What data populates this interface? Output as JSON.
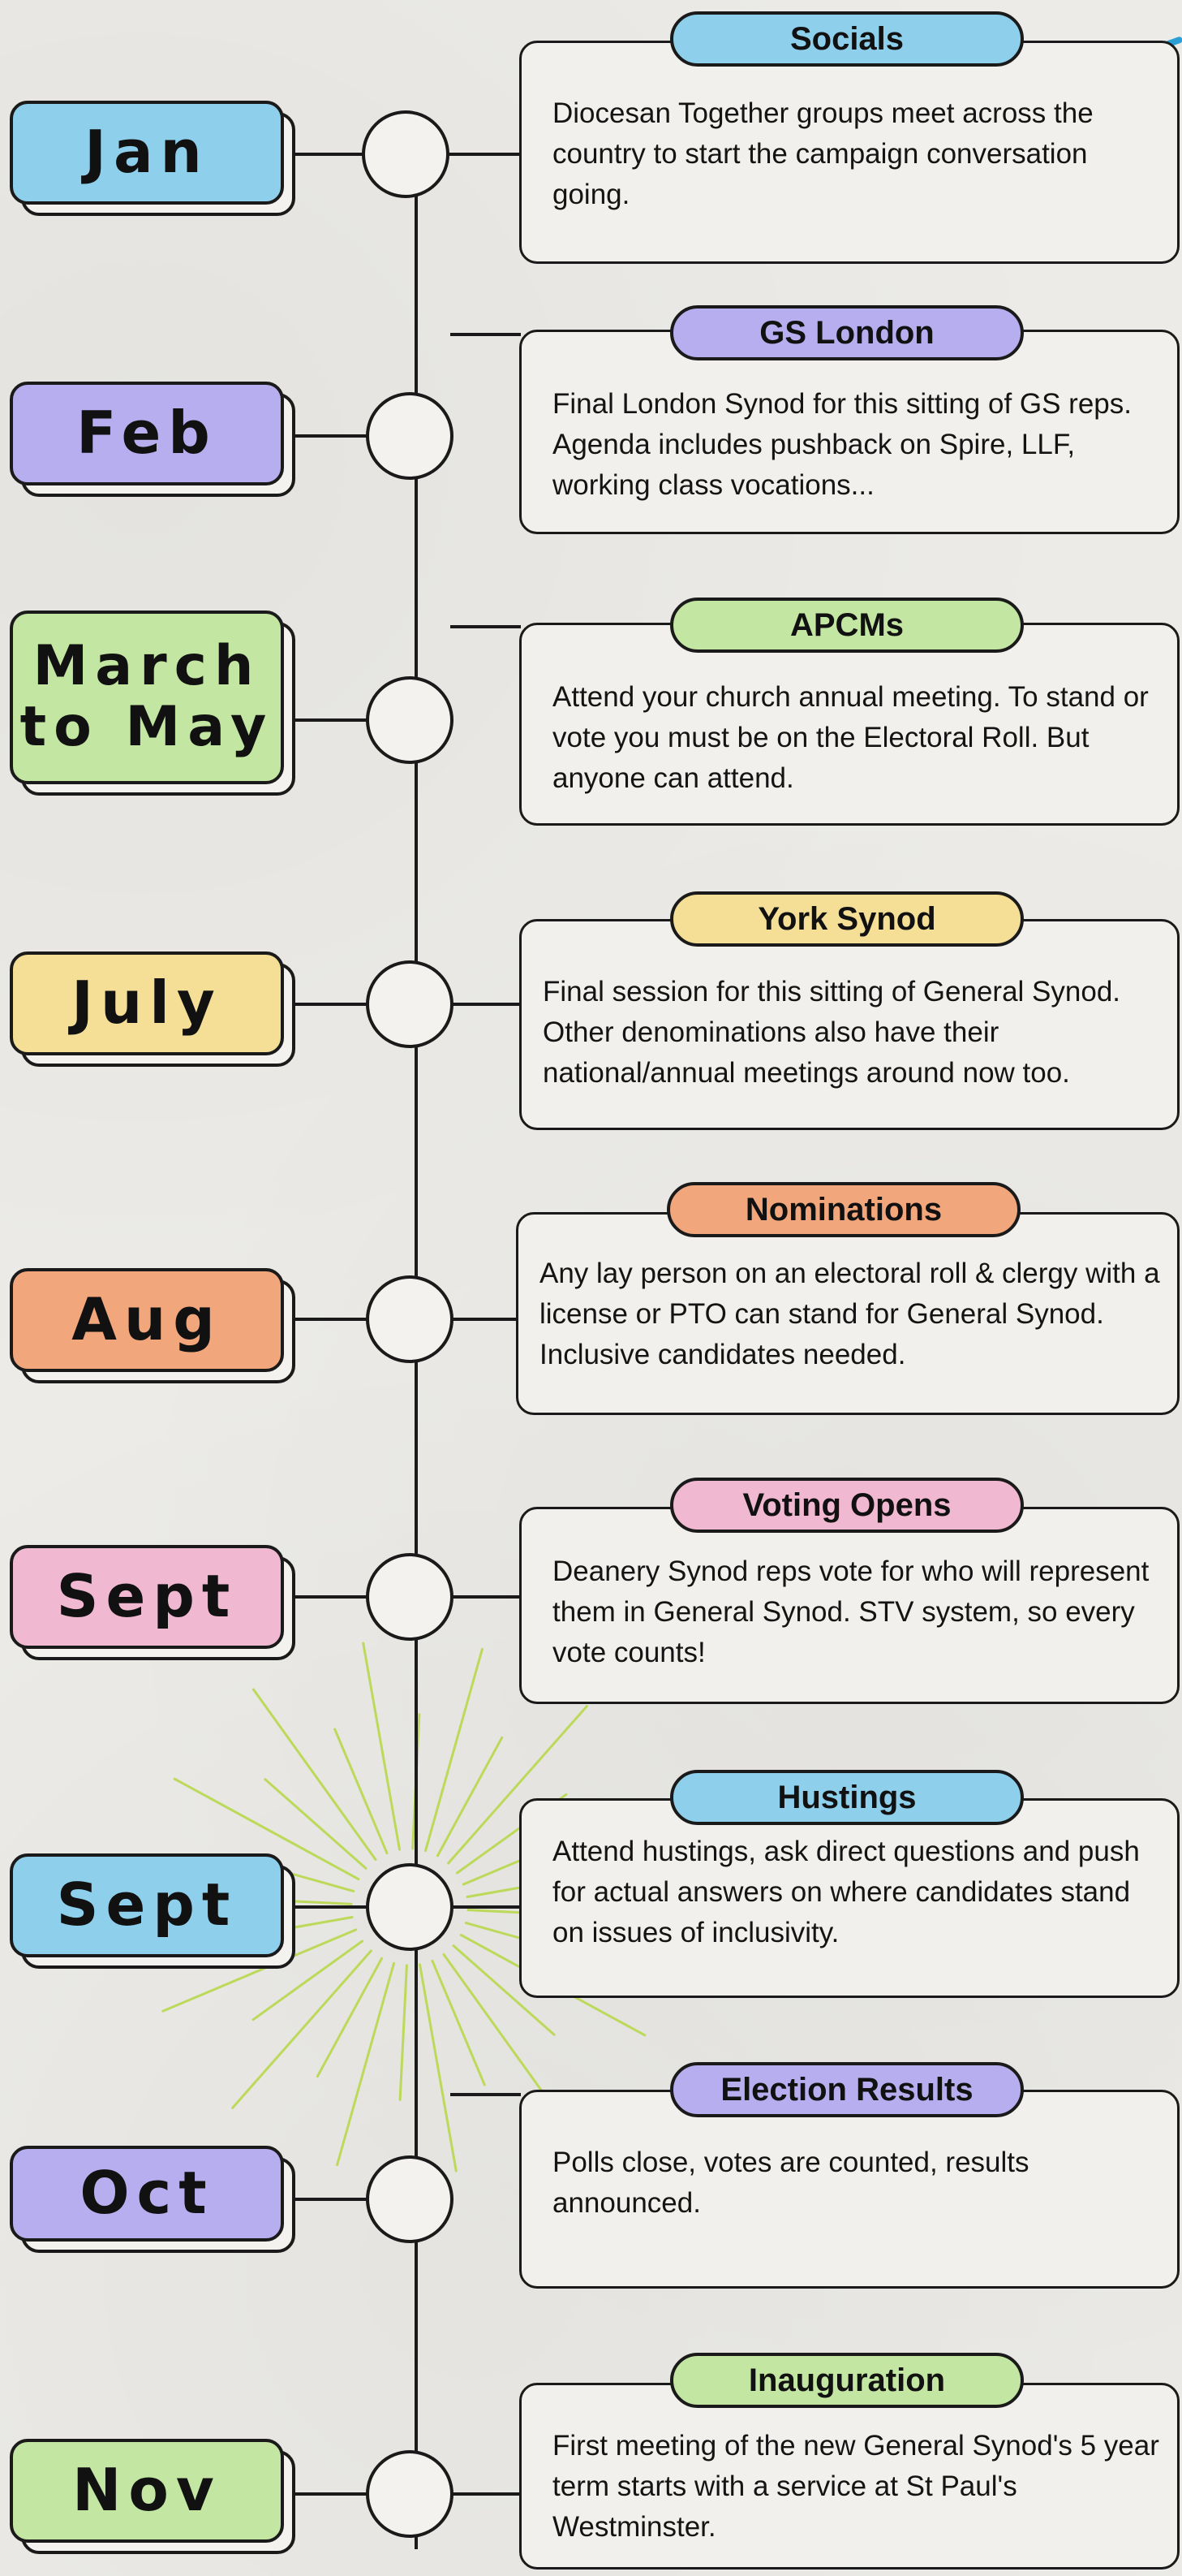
{
  "colors": {
    "blue": "#8ed0ec",
    "purple": "#b7aef0",
    "green": "#c3e6a2",
    "yellow": "#f5df96",
    "orange": "#f2a67c",
    "pink": "#f1b8d1",
    "line": "#1a1a1a",
    "burst": "#bcd95a",
    "dashed_arc": "#2a9fd6"
  },
  "events": [
    {
      "month": "Jan",
      "tag": "Socials",
      "tag_color": "blue",
      "text": "Diocesan Together groups meet across the country to start the campaign conversation going."
    },
    {
      "month": "Feb",
      "tag": "GS London",
      "tag_color": "purple",
      "text": "Final London Synod for this sitting of GS reps. Agenda includes pushback on Spire, LLF, working class vocations..."
    },
    {
      "month": "March to May",
      "tag": "APCMs",
      "tag_color": "green",
      "text": "Attend your church annual meeting. To stand or vote you must be on the Electoral Roll. But anyone can attend."
    },
    {
      "month": "July",
      "tag": "York Synod",
      "tag_color": "yellow",
      "text": "Final session for this sitting of General Synod. Other denominations also have their national/annual meetings around now too."
    },
    {
      "month": "Aug",
      "tag": "Nominations",
      "tag_color": "orange",
      "text": "Any lay person on an electoral roll & clergy with a license or PTO can stand for General Synod. Inclusive candidates needed."
    },
    {
      "month": "Sept",
      "tag": "Voting Opens",
      "tag_color": "pink",
      "text": "Deanery Synod reps vote for who will represent them in General Synod. STV system, so every vote counts!"
    },
    {
      "month": "Sept",
      "tag": "Hustings",
      "tag_color": "blue",
      "text": "Attend hustings, ask direct questions and push for actual answers on where candidates stand on issues of inclusivity.",
      "highlight": true
    },
    {
      "month": "Oct",
      "tag": "Election Results",
      "tag_color": "purple",
      "text": "Polls close, votes are counted, results announced."
    },
    {
      "month": "Nov",
      "tag": "Inauguration",
      "tag_color": "green",
      "text": "First meeting of the new General Synod's 5 year term starts with a service at St Paul's Westminster."
    }
  ]
}
